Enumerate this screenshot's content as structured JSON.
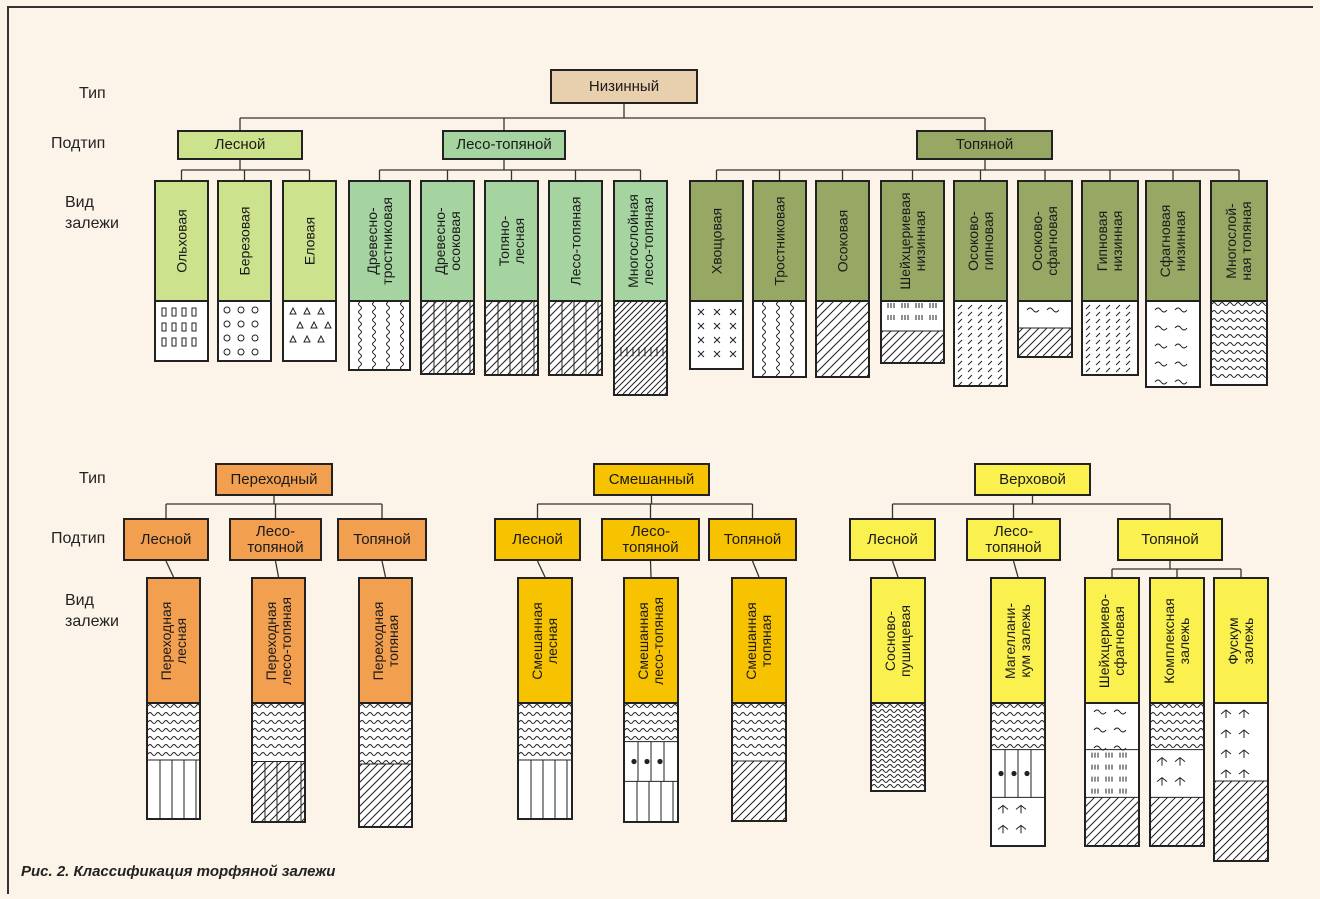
{
  "labels": {
    "type": "Тип",
    "subtype": "Подтип",
    "deposit": "Вид\nзалежи"
  },
  "caption": "Рис. 2.  Классификация торфяной залежи",
  "colors": {
    "lowland_type": "#e8cfae",
    "forest": "#cde28c",
    "forest_swamp": "#a6d4a0",
    "swamp": "#97a864",
    "transitional": "#f2a050",
    "mixed": "#f7c200",
    "highmoor": "#faf04e"
  },
  "lowland": {
    "type": "Низинный",
    "subtypes": [
      "Лесной",
      "Лесо-топяной",
      "Топяной"
    ],
    "deposits": [
      {
        "label": "Ольховая",
        "pattern": "rect-dots"
      },
      {
        "label": "Березовая",
        "pattern": "circles"
      },
      {
        "label": "Еловая",
        "pattern": "triangles"
      },
      {
        "label": "Древесно-\nтростниковая",
        "pattern": "vert-wavy"
      },
      {
        "label": "Древесно-\nосоковая",
        "pattern": "diag-vert"
      },
      {
        "label": "Топяно-\nлесная",
        "pattern": "dashed-diag-vert"
      },
      {
        "label": "Лесо-топяная",
        "pattern": "diag-dash-vert"
      },
      {
        "label": "Многослойная\nлесо-топяная",
        "pattern": "dense-diag"
      },
      {
        "label": "Хвощовая",
        "pattern": "crosses"
      },
      {
        "label": "Тростниковая",
        "pattern": "wavy-vert"
      },
      {
        "label": "Осоковая",
        "pattern": "diag"
      },
      {
        "label": "Шейхцериевая\nнизинная",
        "pattern": "ticks-diag"
      },
      {
        "label": "Осоково-\nгипновая",
        "pattern": "dashed-diag"
      },
      {
        "label": "Осоково-\nсфагновая",
        "pattern": "tilde-diag"
      },
      {
        "label": "Гипновая\nнизинная",
        "pattern": "dashes"
      },
      {
        "label": "Сфагновая\nнизинная",
        "pattern": "tilde-sparse"
      },
      {
        "label": "Многослой-\nная топяная",
        "pattern": "mixed-wavy"
      }
    ]
  },
  "transitional": {
    "type": "Переходный",
    "subtypes": [
      "Лесной",
      "Лесо-\nтопяной",
      "Топяной"
    ],
    "deposits": [
      {
        "label": "Переходная\nлесная",
        "pattern": "vert-squiggle"
      },
      {
        "label": "Переходная\nлесо-топяная",
        "pattern": "squiggle-diag-vert"
      },
      {
        "label": "Переходная\nтопяная",
        "pattern": "squiggle-diag"
      }
    ]
  },
  "mixed": {
    "type": "Смешанный",
    "subtypes": [
      "Лесной",
      "Лесо-\nтопяной",
      "Топяной"
    ],
    "deposits": [
      {
        "label": "Смешанная\nлесная",
        "pattern": "waves-vert"
      },
      {
        "label": "Смешанная\nлесо-топяная",
        "pattern": "waves-dots-vert"
      },
      {
        "label": "Смешанная\nтопяная",
        "pattern": "waves-diag"
      }
    ]
  },
  "highmoor": {
    "type": "Верховой",
    "subtypes": [
      "Лесной",
      "Лесо-\nтопяной",
      "Топяной"
    ],
    "deposits": [
      {
        "label": "Сосново-\nпушицевая",
        "pattern": "dense-waves"
      },
      {
        "label": "Магеллани-\nкум залежь",
        "pattern": "waves-dots-birds"
      },
      {
        "label": "Шейхцериево-\nсфагновая",
        "pattern": "tilde-ticks-diag"
      },
      {
        "label": "Комплексная\nзалежь",
        "pattern": "birds-waves-diag"
      },
      {
        "label": "Фускум\nзалежь",
        "pattern": "birds-diag"
      }
    ]
  }
}
